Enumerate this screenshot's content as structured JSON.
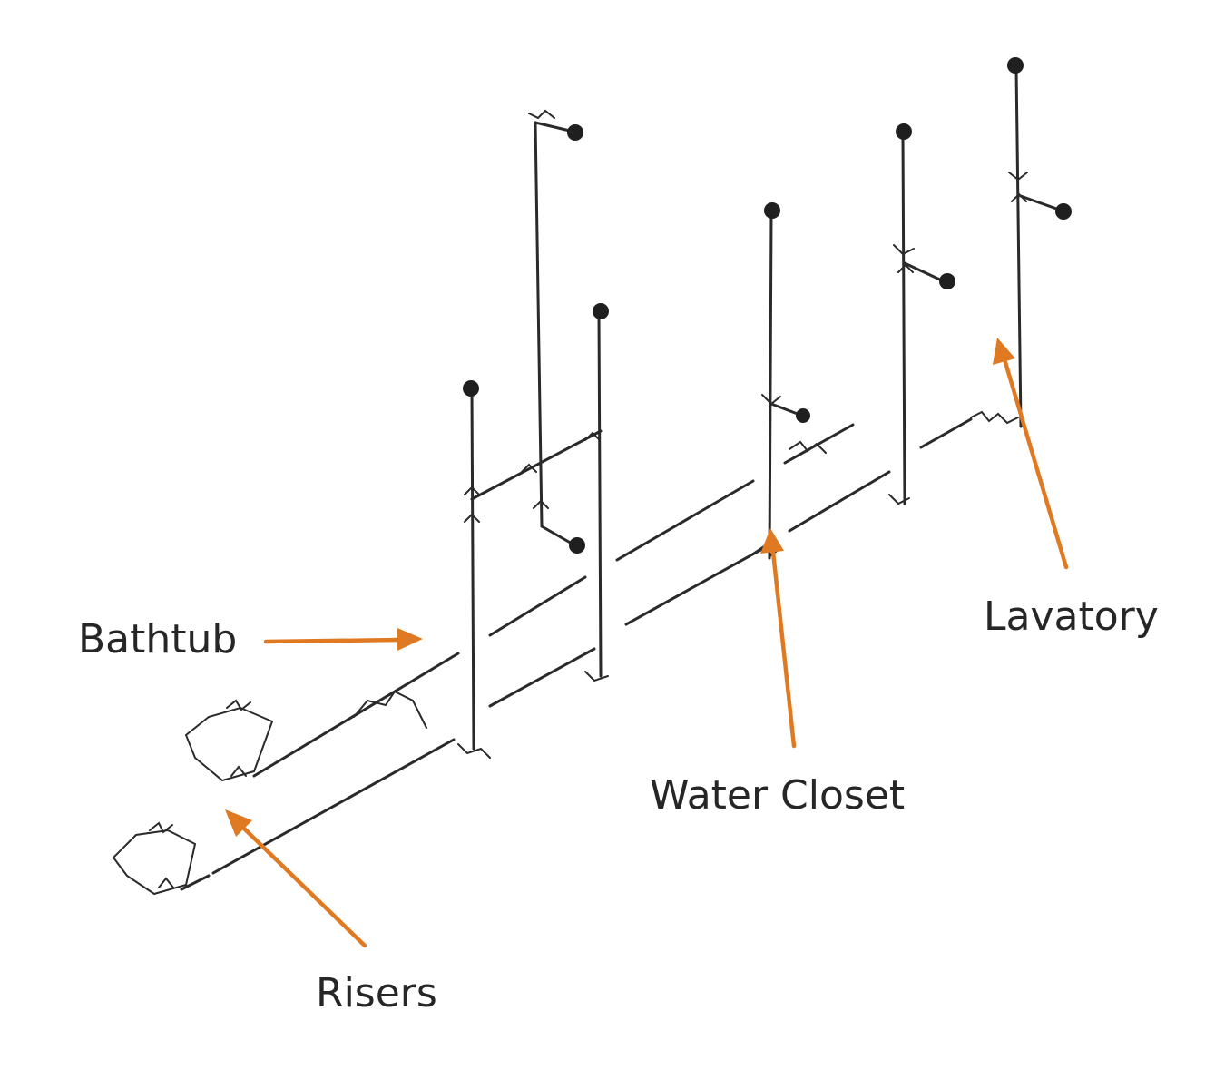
{
  "labels": {
    "bathtub": "Bathtub",
    "risers": "Risers",
    "water_closet": "Water Closet",
    "lavatory": "Lavatory"
  },
  "colors": {
    "arrow": "#e07a22",
    "pipe": "#2a2a2a",
    "text": "#262626"
  }
}
